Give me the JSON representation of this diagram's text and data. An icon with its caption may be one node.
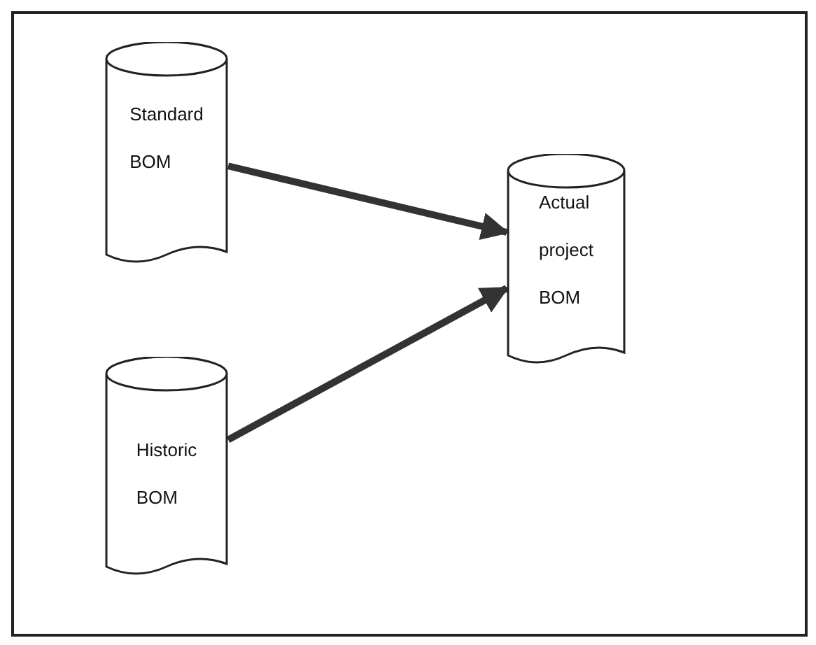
{
  "diagram": {
    "nodes": [
      {
        "text": [
          "Standard BOM"
        ]
      },
      {
        "text": [
          "Actual project BOM"
        ]
      },
      {
        "text": [
          "Historic BOM"
        ]
      }
    ],
    "edges": [
      {
        "from": 0,
        "to": 1,
        "arrow": "to"
      },
      {
        "from": 2,
        "to": 1,
        "arrow": "to"
      }
    ]
  }
}
